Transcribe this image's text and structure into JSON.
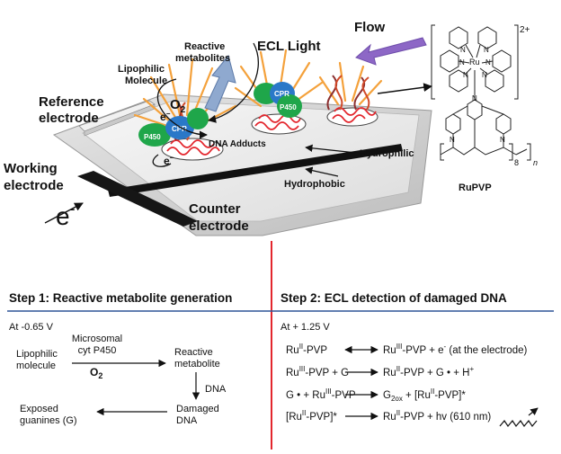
{
  "illustration": {
    "flow": "Flow",
    "ecl_light": "ECL Light",
    "reactive_metabolites": [
      "Reactive",
      "metabolites"
    ],
    "lipophilic_molecule": [
      "Lipophilic",
      "Molecule"
    ],
    "o2": "O",
    "o2_sub": "2",
    "electron": "e",
    "electron_sup": "−",
    "p450": "P450",
    "cpr": "CPR",
    "dna_adducts": "DNA Adducts",
    "reference_electrode": [
      "Reference",
      "electrode"
    ],
    "working_electrode": [
      "Working",
      "electrode"
    ],
    "counter_electrode": [
      "Counter",
      "electrode"
    ],
    "hydrophilic": "Hydrophilic",
    "hydrophobic": "Hydrophobic",
    "e_minus": "e",
    "e_minus_sup": "-"
  },
  "structure": {
    "name": "RuPVP",
    "ru": "Ru",
    "n_atom": "N",
    "charge": "2+",
    "subscript_8": "8",
    "subscript_n": "n"
  },
  "step1": {
    "title": "Step 1:  Reactive metabolite generation",
    "potential": "At -0.65 V",
    "enzyme": [
      "Microsomal",
      "cyt P450"
    ],
    "lipophilic": [
      "Lipophilic",
      "molecule"
    ],
    "o2": "O",
    "o2_sub": "2",
    "reactive": [
      "Reactive",
      "metabolite"
    ],
    "dna": "DNA",
    "damaged": [
      "Damaged",
      "DNA"
    ],
    "exposed": [
      "Exposed",
      "guanines (G)"
    ]
  },
  "step2": {
    "title": "Step 2:  ECL detection of damaged DNA",
    "potential": "At + 1.25 V",
    "reactions": [
      {
        "lhs": [
          [
            "Ru",
            ""
          ],
          [
            "II",
            "sup"
          ],
          [
            "-PVP",
            ""
          ]
        ],
        "rhs": [
          [
            "Ru",
            ""
          ],
          [
            "III",
            "sup"
          ],
          [
            "-PVP + e",
            ""
          ],
          [
            "-",
            "sup"
          ],
          [
            " (at the electrode)",
            ""
          ]
        ],
        "arrow": "double"
      },
      {
        "lhs": [
          [
            "Ru",
            ""
          ],
          [
            "III",
            "sup"
          ],
          [
            "-PVP + G",
            ""
          ]
        ],
        "rhs": [
          [
            "Ru",
            ""
          ],
          [
            "II",
            "sup"
          ],
          [
            "-PVP + G • + H",
            ""
          ],
          [
            "+",
            "sup"
          ]
        ],
        "arrow": "single"
      },
      {
        "lhs": [
          [
            "G • + Ru",
            ""
          ],
          [
            "III",
            "sup"
          ],
          [
            "-PVP",
            ""
          ]
        ],
        "rhs": [
          [
            "G",
            ""
          ],
          [
            "2ox",
            "sub"
          ],
          [
            " + [Ru",
            ""
          ],
          [
            "II",
            "sup"
          ],
          [
            "-PVP]*",
            ""
          ]
        ],
        "arrow": "single"
      },
      {
        "lhs": [
          [
            "[Ru",
            ""
          ],
          [
            "II",
            "sup"
          ],
          [
            "-PVP]*",
            ""
          ]
        ],
        "rhs": [
          [
            "Ru",
            ""
          ],
          [
            "II",
            "sup"
          ],
          [
            "-PVP + hv (610 nm)",
            ""
          ]
        ],
        "arrow": "single"
      }
    ]
  },
  "colors": {
    "divider_red": "#e3262d",
    "rule_blue": "#2f5597",
    "flow_arrow": "#8d67c6",
    "metabolite_arrow": "#8fa9cf",
    "enzyme_green": "#1fa64a",
    "enzyme_blue": "#2a78c8",
    "ecl_orange": "#f4a13b"
  }
}
